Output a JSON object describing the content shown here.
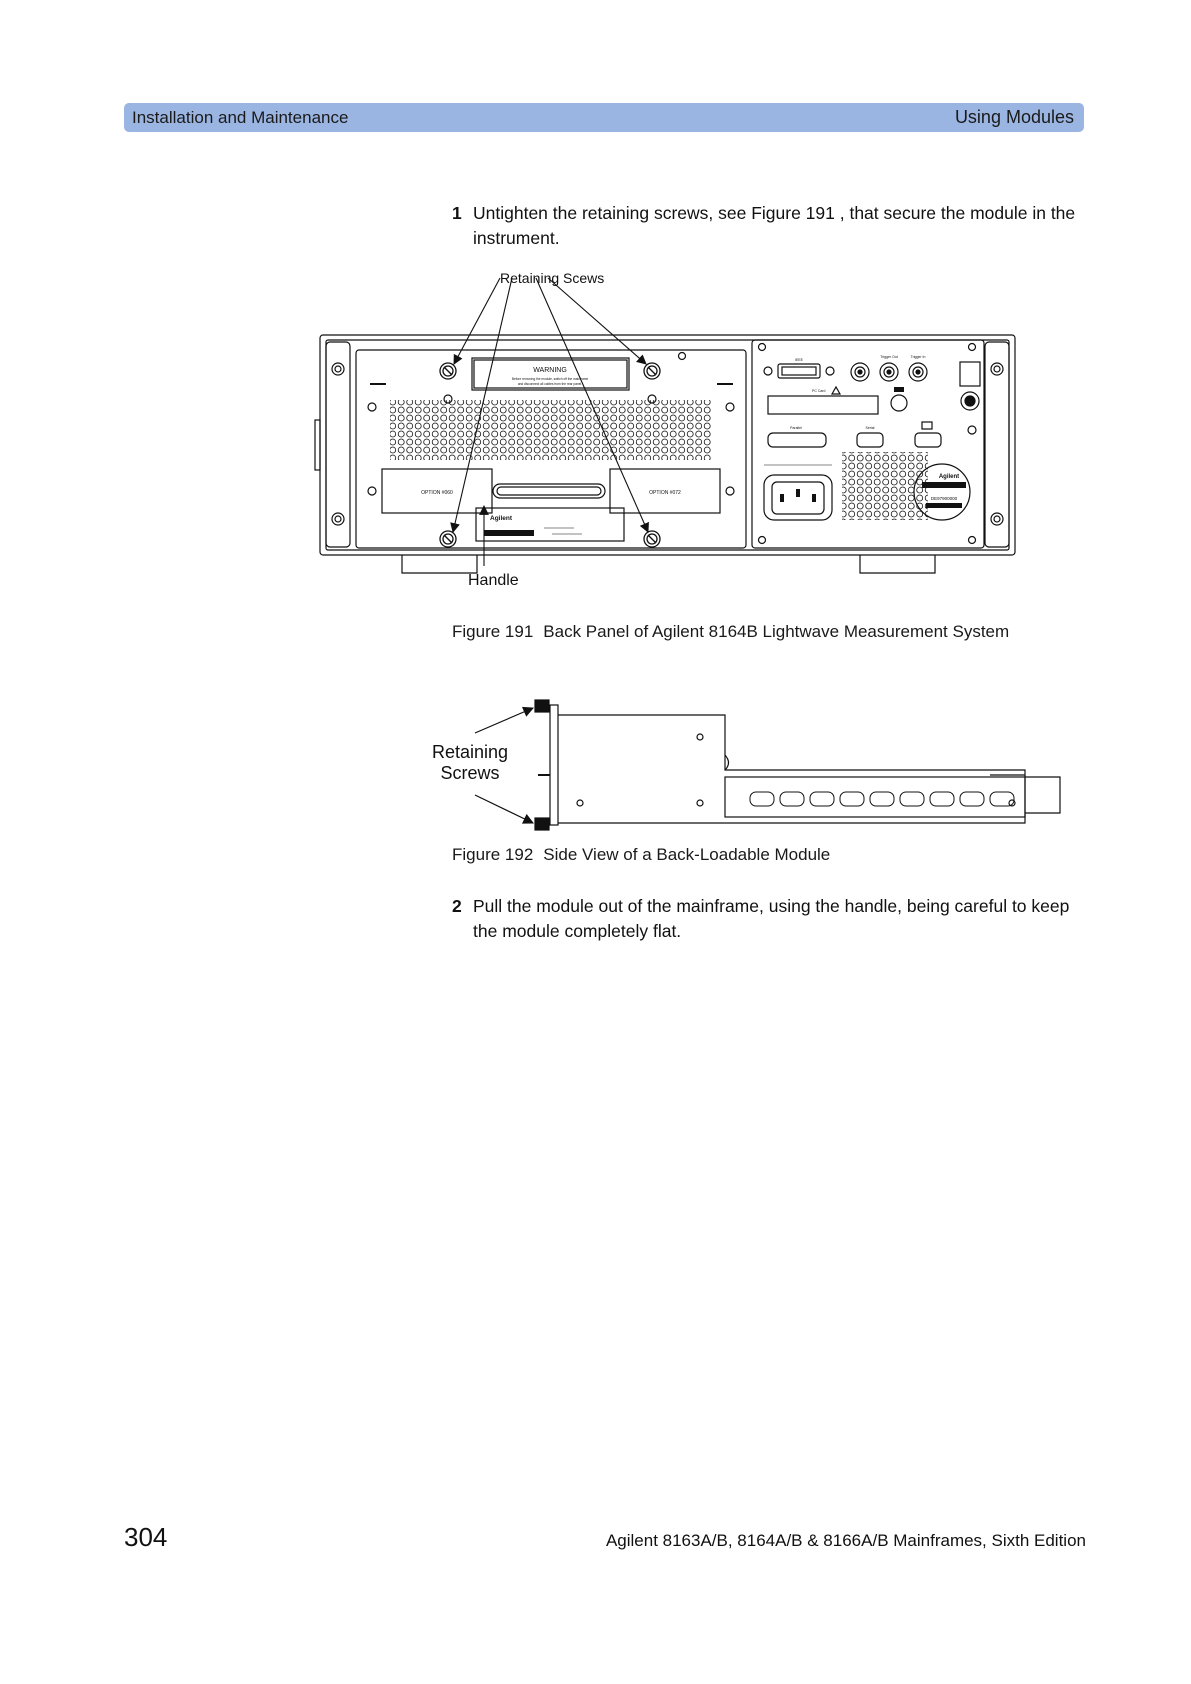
{
  "header": {
    "left": "Installation and Maintenance",
    "right": "Using Modules"
  },
  "steps": [
    {
      "number": "1",
      "text": "Untighten the retaining screws, see Figure 191   , that secure the module in the instrument."
    },
    {
      "number": "2",
      "text": "Pull the module out of the mainframe, using the handle, being careful to keep the module completely flat."
    }
  ],
  "figure191": {
    "caption_num": "Figure 191",
    "caption_text": "Back Panel of Agilent 8164B Lightwave Measurement System",
    "label_retaining": "Retaining Scews",
    "label_handle": "Handle",
    "warning": "WARNING",
    "warning_sub1": "Before removing the module, switch off the mainframe",
    "warning_sub2": "and disconnect all cables from the rear panel.",
    "option_left": "OPTION #060",
    "option_right": "OPTION #072",
    "brand": "Agilent",
    "serial": "DE97900000",
    "port_gpib": "IEEE",
    "port_trigger_out": "Trigger Out",
    "port_trigger_in": "Trigger In",
    "port_pc_card": "PC Card",
    "port_parallel": "Parallel",
    "port_serial": "Serial"
  },
  "figure192": {
    "caption_num": "Figure 192",
    "caption_text": "Side View of a Back-Loadable Module",
    "label_line1": "Retaining",
    "label_line2": "Screws"
  },
  "footer": {
    "page_number": "304",
    "doc_title": "Agilent 8163A/B, 8164A/B & 8166A/B Mainframes, Sixth Edition"
  }
}
